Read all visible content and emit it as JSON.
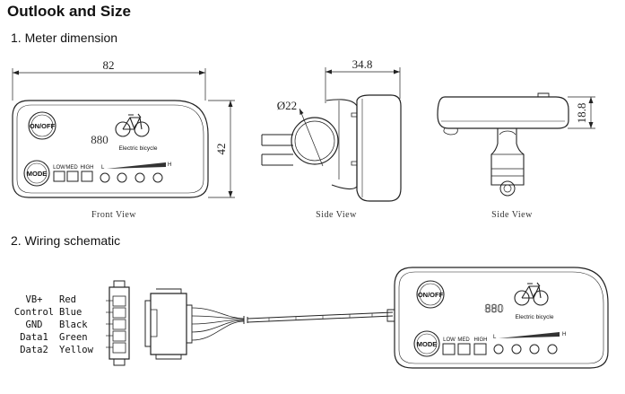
{
  "headings": {
    "main": "Outlook and Size",
    "section1": "1. Meter dimension",
    "section2": "2. Wiring schematic"
  },
  "front_view": {
    "width_dim": "82",
    "height_dim": "42",
    "caption": "Front View",
    "onoff": "ON/OFF",
    "mode": "MODE",
    "speed": "880",
    "bike_label": "Electric bicycle",
    "low": "LOW",
    "med": "MED",
    "high": "HIGH",
    "l": "L",
    "h": "H"
  },
  "side_view1": {
    "width_dim": "34.8",
    "diameter_dim": "Ø22",
    "caption": "Side View"
  },
  "side_view2": {
    "height_dim": "18.8",
    "caption": "Side View"
  },
  "wiring": {
    "wires": [
      {
        "signal": "VB+",
        "color_name": "Red"
      },
      {
        "signal": "Control",
        "color_name": "Blue"
      },
      {
        "signal": "GND",
        "color_name": "Black"
      },
      {
        "signal": "Data1",
        "color_name": "Green"
      },
      {
        "signal": "Data2",
        "color_name": "Yellow"
      }
    ],
    "onoff": "ON/OFF",
    "mode": "MODE",
    "speed": "880",
    "bike_label": "Electric bicycle",
    "low": "LOW",
    "med": "MED",
    "high": "HIGH",
    "l": "L",
    "h": "H"
  }
}
